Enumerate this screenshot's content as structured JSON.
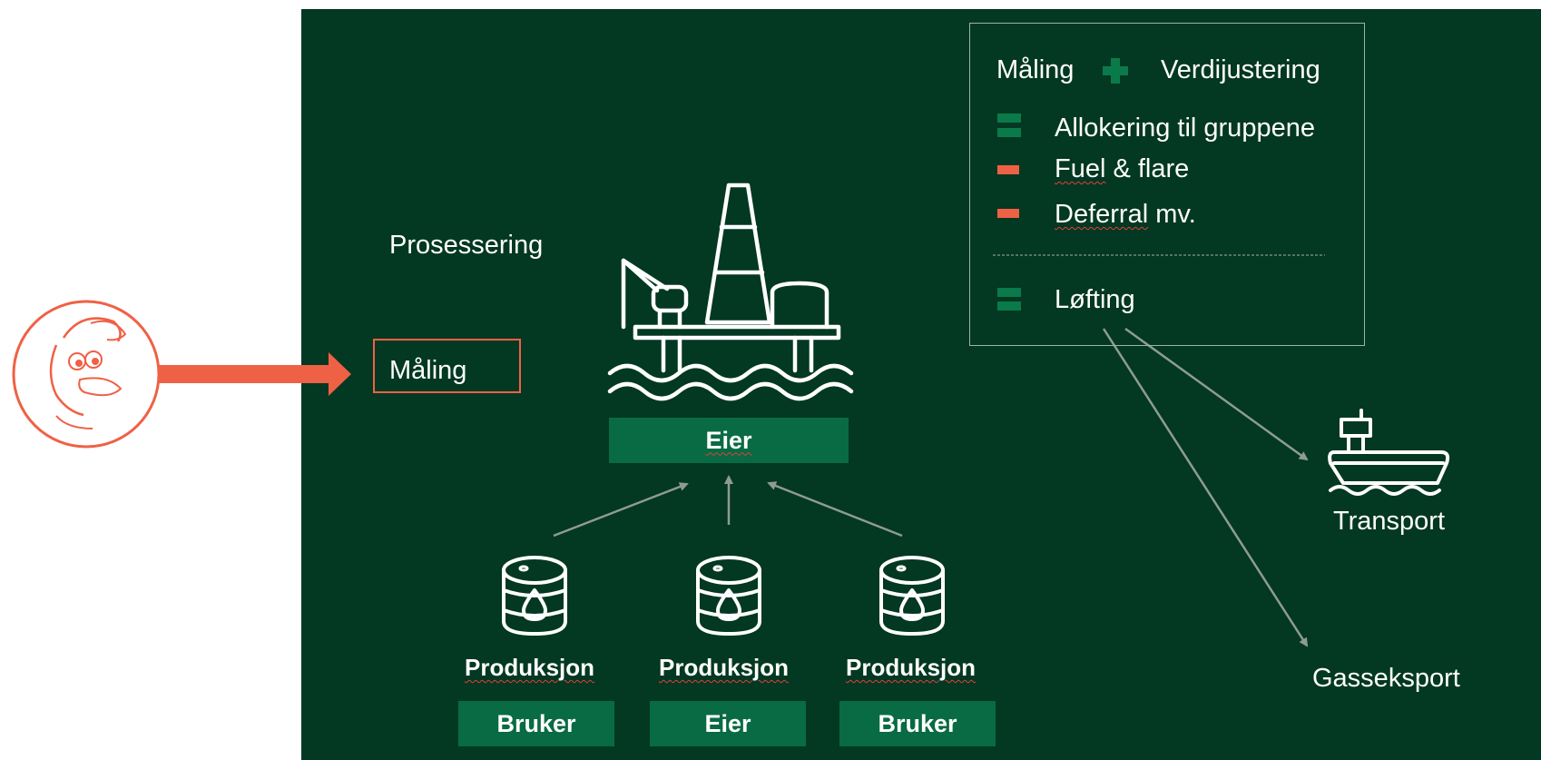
{
  "diagram": {
    "left_labels": {
      "processing": "Prosessering",
      "measurement": "Måling"
    },
    "platform_label": "Eier",
    "sources": [
      {
        "caption": "Produksjon",
        "role": "Bruker"
      },
      {
        "caption": "Produksjon",
        "role": "Eier"
      },
      {
        "caption": "Produksjon",
        "role": "Bruker"
      }
    ],
    "destinations": {
      "ship": "Transport",
      "gas": "Gasseksport"
    },
    "legend": {
      "row1_left": "Måling",
      "row1_right": "Verdijustering",
      "items": [
        {
          "symbol": "equals",
          "label": "Allokering til gruppene"
        },
        {
          "symbol": "minus",
          "label_underlined": "Fuel",
          "label_rest": " & flare"
        },
        {
          "symbol": "minus",
          "label_underlined": "Deferral",
          "label_rest": " mv."
        }
      ],
      "result": {
        "symbol": "equals",
        "label": "Løfting"
      }
    }
  },
  "colors": {
    "background": "#033822",
    "box_green": "#086b43",
    "accent_orange": "#ef6145",
    "legend_green": "#0b7a4a",
    "arrow_gray": "#8f9b95"
  },
  "icons": [
    "duck-avatar-icon",
    "oil-platform-icon",
    "oil-barrel-icon",
    "ship-icon",
    "right-arrow-icon"
  ]
}
